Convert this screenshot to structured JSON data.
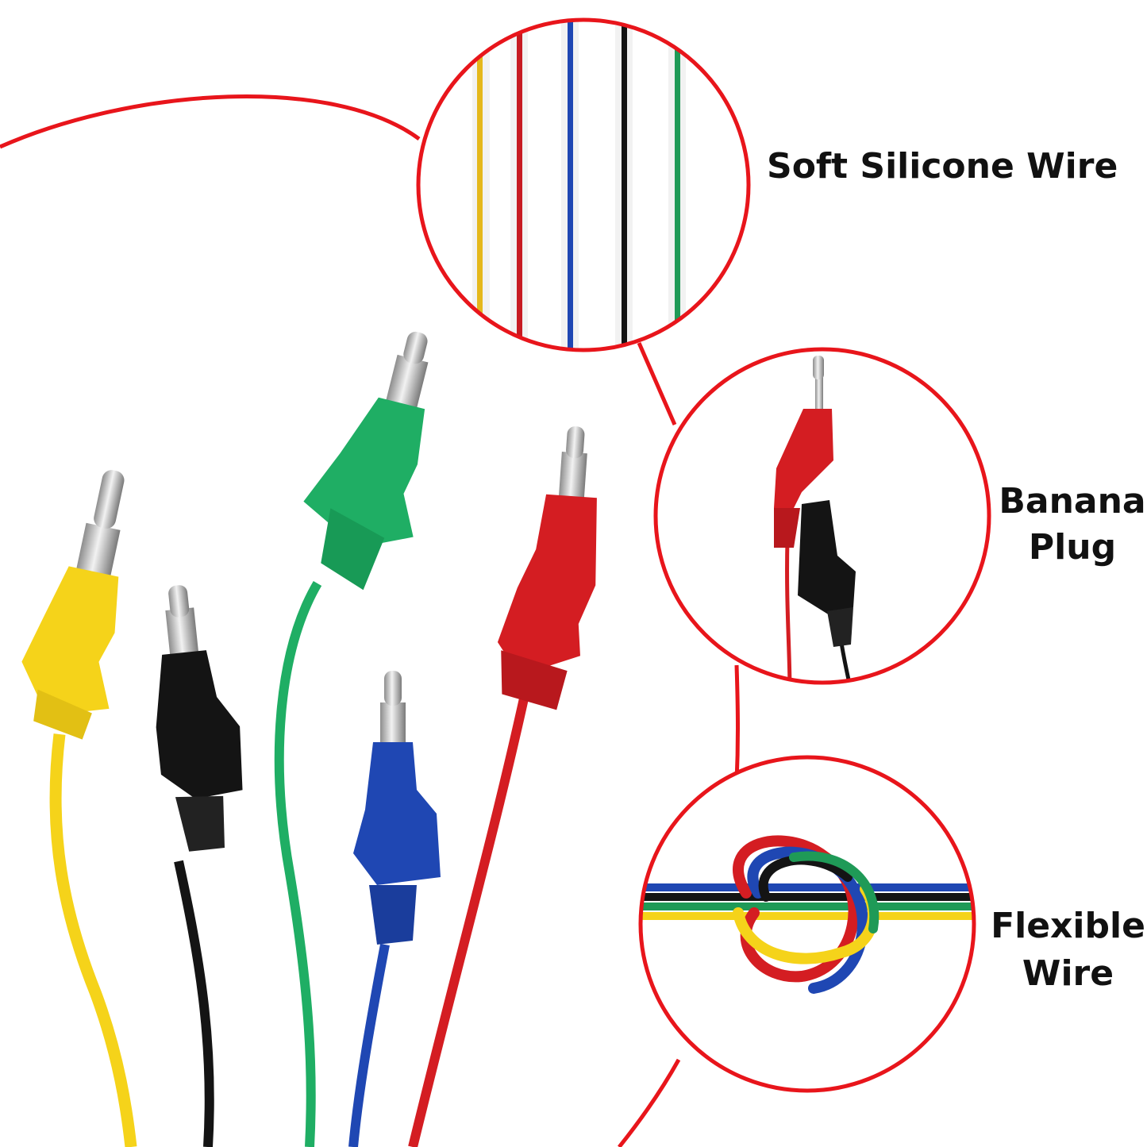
{
  "features": [
    {
      "lines": [
        "Soft Silicone Wire"
      ]
    },
    {
      "lines": [
        "Banana",
        "Plug"
      ]
    },
    {
      "lines": [
        "Flexible",
        "Wire"
      ]
    }
  ],
  "colors": {
    "accent_line": "#e8151b",
    "yellow": "#f5d31a",
    "black": "#141414",
    "green": "#1fae64",
    "blue": "#1f47b3",
    "red": "#d41d22",
    "metal": "#c8c8c8"
  },
  "product": {
    "plugs": [
      "yellow",
      "black",
      "green",
      "blue",
      "red"
    ],
    "silicone_wires": [
      "yellow",
      "red",
      "blue",
      "black",
      "green"
    ],
    "knot_wires": [
      "blue",
      "black",
      "green",
      "yellow",
      "red"
    ]
  }
}
